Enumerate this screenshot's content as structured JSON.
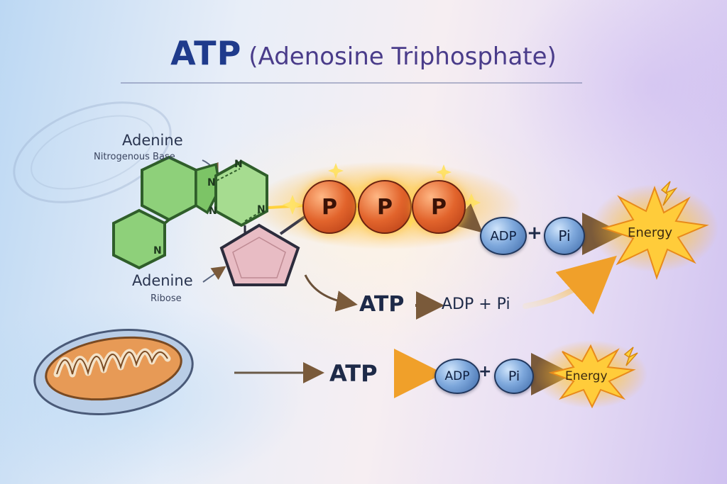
{
  "title": {
    "main": "ATP",
    "sub": "(Adenosine Triphosphate)"
  },
  "labels": {
    "adenine_top": "Adenine",
    "adenine_top_sub": "Nitrogenous Base",
    "adenine_bottom": "Adenine",
    "adenine_bottom_sub": "Ribose"
  },
  "molecule": {
    "ring_atom": "N",
    "phosphate_label": "P"
  },
  "reaction_top": {
    "adp": "ADP",
    "plus": "+",
    "pi": "Pi",
    "energy": "Energy"
  },
  "reaction_middle": {
    "atp": "ATP",
    "products": "ADP + Pi"
  },
  "reaction_bottom": {
    "atp": "ATP",
    "adp": "ADP",
    "plus": "+",
    "pi": "Pi",
    "energy": "Energy"
  },
  "colors": {
    "title": "#1f3b8c",
    "adenine_green": "#7cc466",
    "ribose_pink": "#e4b4bc",
    "phosphate_orange": "#e2642c",
    "bubble_blue": "#7ea8dc",
    "energy_yellow": "#ffd23c"
  }
}
